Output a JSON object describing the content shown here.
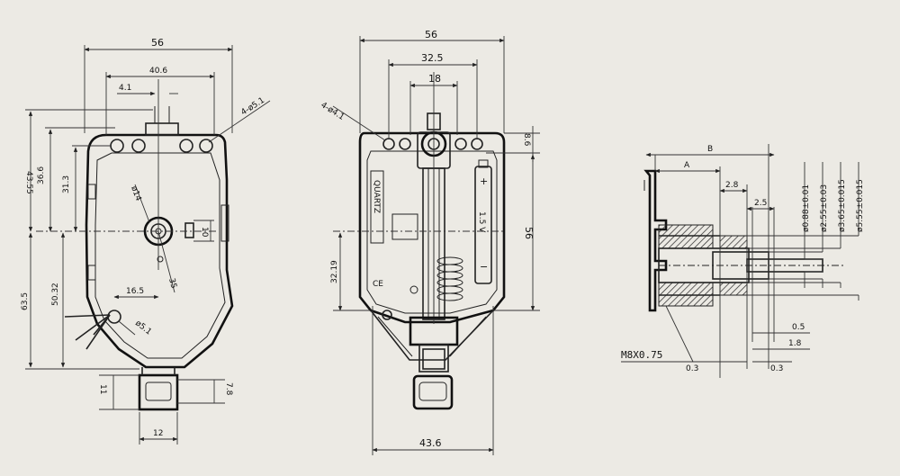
{
  "background_color": "#eceae4",
  "line_color": "#222222",
  "left_view": {
    "dims": {
      "width_56": "56",
      "width_40_6": "40.6",
      "d_4_1": "4.1",
      "holes_4": "4-ø5.1",
      "h_43_55": "43.55",
      "h_36_6": "36.6",
      "h_31_3": "31.3",
      "dia_14": "ø14",
      "h_10": "10",
      "h_50_32": "50.32",
      "h_63_5": "63.5",
      "w_16_5": "16.5",
      "r_35": "35",
      "hole_5_1": "ø5.1",
      "h_11": "11",
      "h_7_8": "7.8",
      "w_12": "12"
    }
  },
  "middle_view": {
    "dims": {
      "width_56": "56",
      "width_32_5": "32.5",
      "width_18": "18",
      "holes_4": "4-ø4.1",
      "h_8_6": "8.6",
      "h_56": "56",
      "h_32_19": "32.19",
      "w_43_6": "43.6"
    },
    "battery": {
      "plus": "+",
      "minus": "−",
      "voltage": "1.5 V"
    },
    "ce_mark": "CE",
    "side_text": "QUARTZ"
  },
  "right_view": {
    "dims": {
      "label_a": "A",
      "label_b": "B",
      "w_2_8": "2.8",
      "w_2_5": "2.5",
      "d_0_88": "ø0.88±0.01",
      "d_2_55": "ø2.55±0.03",
      "d_3_65": "ø3.65±0.015",
      "d_5_55": "ø5.55±0.015",
      "thread": "M8X0.75",
      "w_0_3a": "0.3",
      "w_0_3b": "0.3",
      "w_0_5": "0.5",
      "w_1_8": "1.8"
    }
  }
}
